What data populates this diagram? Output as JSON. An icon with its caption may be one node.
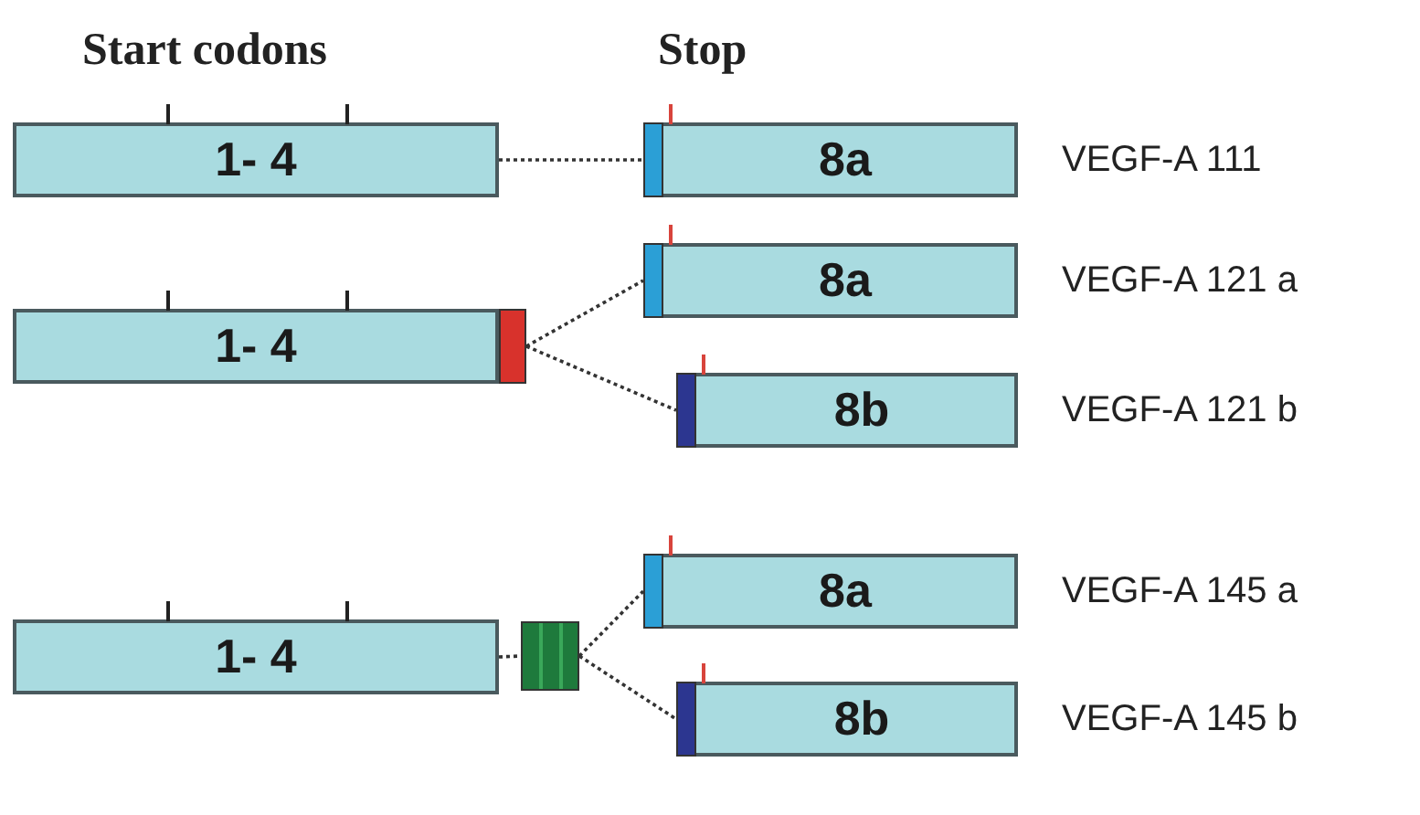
{
  "diagram": {
    "nodes": [
      {
        "text": [
          "1- 4"
        ]
      },
      {
        "text": [
          "8a"
        ],
        "beside": [
          "VEGF-A 111"
        ]
      },
      {
        "text": [
          "1- 4"
        ]
      },
      {
        "text": [],
        "shape": "bar"
      },
      {
        "text": [
          "8a"
        ],
        "beside": [
          "VEGF-A 121 a"
        ]
      },
      {
        "text": [
          "8b"
        ],
        "beside": [
          "VEGF-A 121 b"
        ]
      },
      {
        "text": [
          "1- 4"
        ]
      },
      {
        "text": [],
        "shape": "bar"
      },
      {
        "text": [
          "8a"
        ],
        "beside": [
          "VEGF-A 145 a"
        ]
      },
      {
        "text": [
          "8b"
        ],
        "beside": [
          "VEGF-A 145 b"
        ]
      }
    ],
    "edges": [
      {
        "from": 0,
        "to": 1,
        "arrow": "none",
        "style": "dashed"
      },
      {
        "from": 3,
        "to": 4,
        "arrow": "none",
        "style": "dashed"
      },
      {
        "from": 3,
        "to": 5,
        "arrow": "none",
        "style": "dashed"
      },
      {
        "from": 6,
        "to": 7,
        "arrow": "none",
        "style": "dashed"
      },
      {
        "from": 7,
        "to": 8,
        "arrow": "none",
        "style": "dashed"
      },
      {
        "from": 7,
        "to": 9,
        "arrow": "none",
        "style": "dashed"
      }
    ],
    "labels": [
      "Start codons",
      "Stop"
    ]
  }
}
